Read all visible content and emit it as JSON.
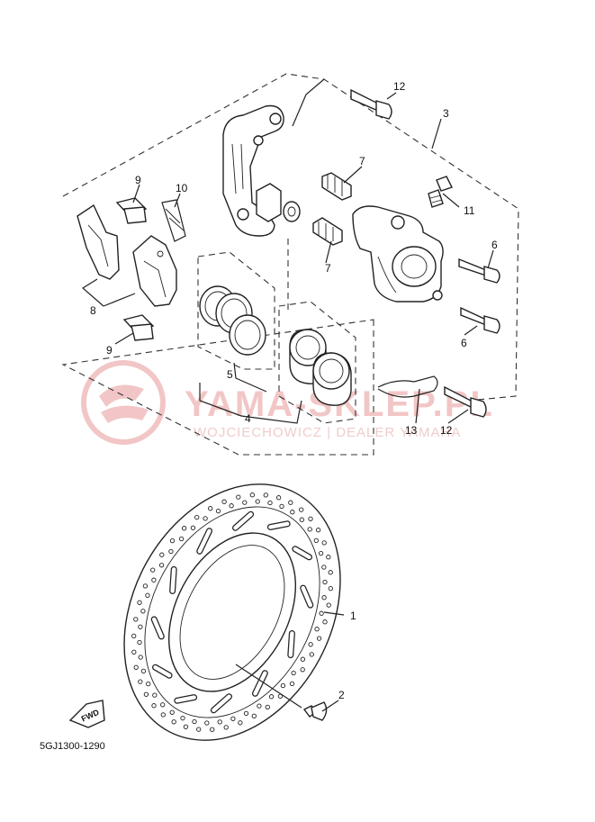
{
  "diagram": {
    "watermark": {
      "title": "YAMA-SKLEP.PL",
      "subtitle": "WOJCIECHOWICZ | DEALER YAMAHA"
    },
    "fwd_label": "FWD",
    "drawing_code": "5GJ1300-1290",
    "callouts": [
      {
        "id": "c12a",
        "label": "12"
      },
      {
        "id": "c3",
        "label": "3"
      },
      {
        "id": "c7a",
        "label": "7"
      },
      {
        "id": "c11",
        "label": "11"
      },
      {
        "id": "c9a",
        "label": "9"
      },
      {
        "id": "c10",
        "label": "10"
      },
      {
        "id": "c7b",
        "label": "7"
      },
      {
        "id": "c6a",
        "label": "6"
      },
      {
        "id": "c8",
        "label": "8"
      },
      {
        "id": "c9b",
        "label": "9"
      },
      {
        "id": "c6b",
        "label": "6"
      },
      {
        "id": "c5",
        "label": "5"
      },
      {
        "id": "c4",
        "label": "4"
      },
      {
        "id": "c13",
        "label": "13"
      },
      {
        "id": "c12b",
        "label": "12"
      },
      {
        "id": "c1",
        "label": "1"
      },
      {
        "id": "c2",
        "label": "2"
      }
    ],
    "colors": {
      "line": "#222222",
      "watermark": "#f2c6c6"
    }
  }
}
